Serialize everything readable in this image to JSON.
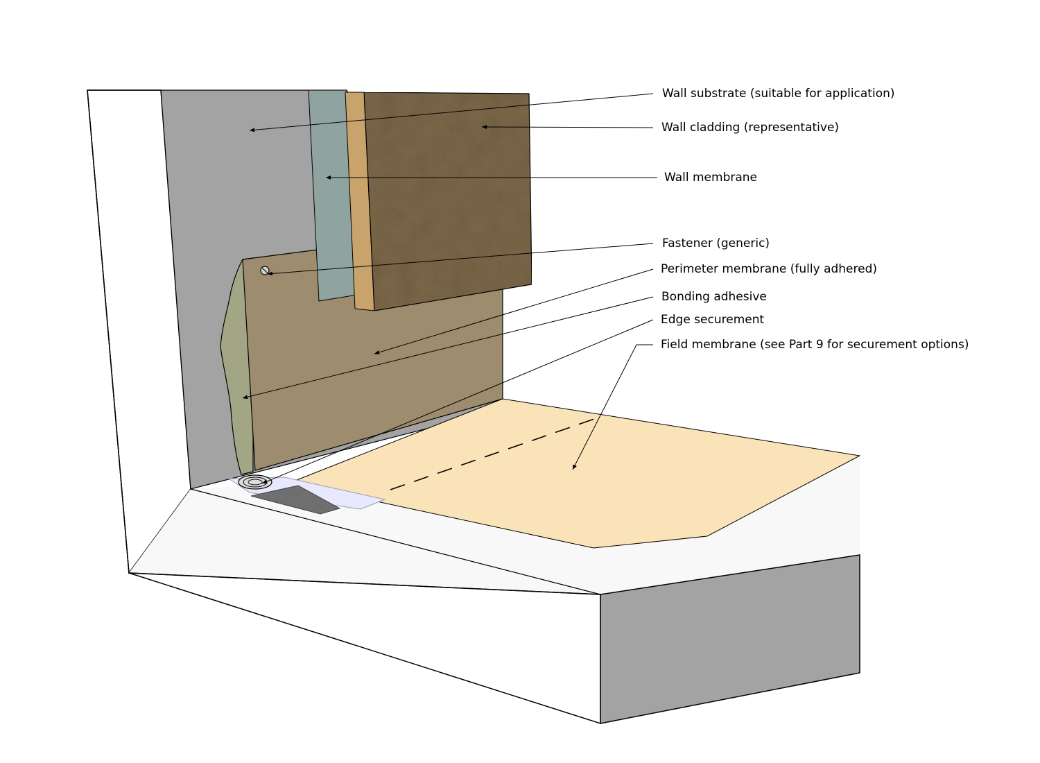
{
  "colors": {
    "wall_substrate": "#a3a3a3",
    "wall_membrane": "#8fa3a1",
    "cladding_face": "#7c6749",
    "cladding_edge": "#c8a36b",
    "perimeter_membrane": "#9e8c6e",
    "bonding_adhesive": "#a3a685",
    "field_membrane": "#fae3b8",
    "deck_top": "#f8f8f8",
    "deck_side": "#a3a3a3",
    "edge_securement_plate": "#6f6f6f",
    "leader": "#000000"
  },
  "callouts": [
    {
      "id": "wall-substrate",
      "text": "Wall substrate (suitable for application)"
    },
    {
      "id": "wall-cladding",
      "text": "Wall cladding (representative)"
    },
    {
      "id": "wall-membrane",
      "text": "Wall membrane"
    },
    {
      "id": "fastener",
      "text": "Fastener (generic)"
    },
    {
      "id": "perimeter-membrane",
      "text": "Perimeter membrane (fully adhered)"
    },
    {
      "id": "bonding-adhesive",
      "text": "Bonding adhesive"
    },
    {
      "id": "edge-securement",
      "text": "Edge securement"
    },
    {
      "id": "field-membrane",
      "text": "Field membrane (see Part 9 for securement options)"
    }
  ]
}
